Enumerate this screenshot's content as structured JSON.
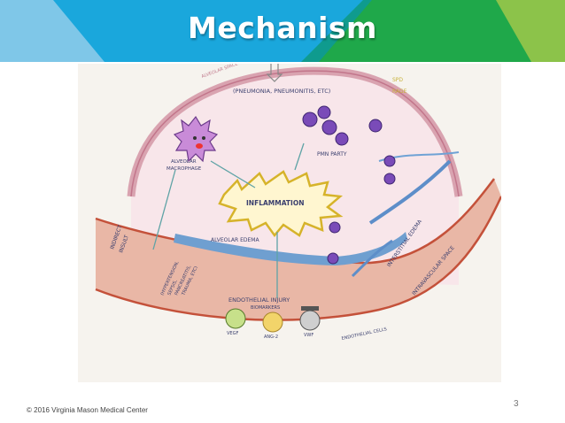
{
  "slide": {
    "title": "Mechanism",
    "copyright": "© 2016 Virginia Mason Medical Center",
    "page_number": "3"
  },
  "colors": {
    "header_light_blue": "#7fc7e8",
    "header_blue": "#1aa7dc",
    "header_teal": "#0f9b8e",
    "header_green": "#1fa84a",
    "header_lime": "#8cc34a"
  },
  "diagram": {
    "labels": {
      "pneumonia": "(PNEUMONIA, PNEUMONITIS, ETC)",
      "spd": "SPD",
      "rage": "RAGE",
      "alveolar_space": "ALVEOLAR SPACE",
      "alveolar_macrophage_1": "ALVEOLAR",
      "alveolar_macrophage_2": "MACROPHAGE",
      "pmn_party": "PMN PARTY",
      "inflammation": "INFLAMMATION",
      "interstitial_edema": "INTERSTITIAL EDEMA",
      "alveolar_edema": "ALVEOLAR EDEMA",
      "indirect_insult_1": "INDIRECT",
      "indirect_insult_2": "INSULT",
      "sepsis_1": "(HYPERTENSION,",
      "sepsis_2": "SEPSIS,",
      "sepsis_3": "PANCREATITIS,",
      "sepsis_4": "TRAUMA, ETC)",
      "intravascular_space": "INTRAVASCULAR SPACE",
      "endothelial_injury": "ENDOTHELIAL INJURY",
      "biomarkers": "BIOMARKERS",
      "vegf": "VEGF",
      "ang2": "ANG-2",
      "vwf": "VWF",
      "endothelial_cells": "ENDOTHELIAL CELLS"
    }
  }
}
